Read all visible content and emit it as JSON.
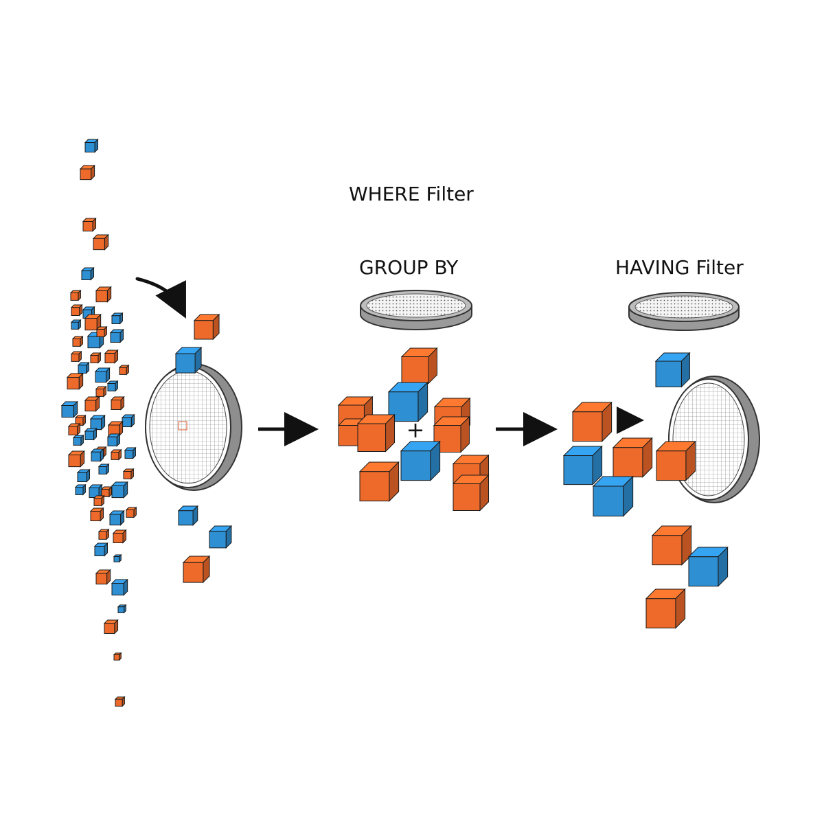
{
  "labels": {
    "where": "WHERE Filter",
    "group_by": "GROUP BY",
    "having": "HAVING Filter",
    "plus": "+"
  },
  "colors": {
    "orange": "#ee6a2a",
    "blue": "#2e8fd3",
    "outline": "#1a1a1a",
    "sieve_rim": "#9a9a9a",
    "arrow": "#111111"
  },
  "icons": {
    "cube_orange": "orange-cube-icon",
    "cube_blue": "blue-cube-icon",
    "sieve": "sieve-icon",
    "arrow": "arrow-icon"
  }
}
